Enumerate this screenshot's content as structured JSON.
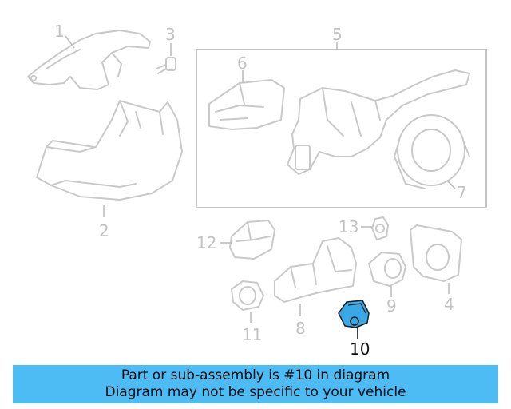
{
  "callouts": {
    "c1": "1",
    "c2": "2",
    "c3": "3",
    "c4": "4",
    "c5": "5",
    "c6": "6",
    "c7": "7",
    "c8": "8",
    "c9": "9",
    "c10": "10",
    "c11": "11",
    "c12": "12",
    "c13": "13"
  },
  "highlight": {
    "part": "10",
    "color": "#3aa7e6"
  },
  "banner": {
    "line1": "Part or sub-assembly is #10 in diagram",
    "line2": "Diagram may not be specific to your vehicle",
    "color": "#4dbbf4"
  }
}
